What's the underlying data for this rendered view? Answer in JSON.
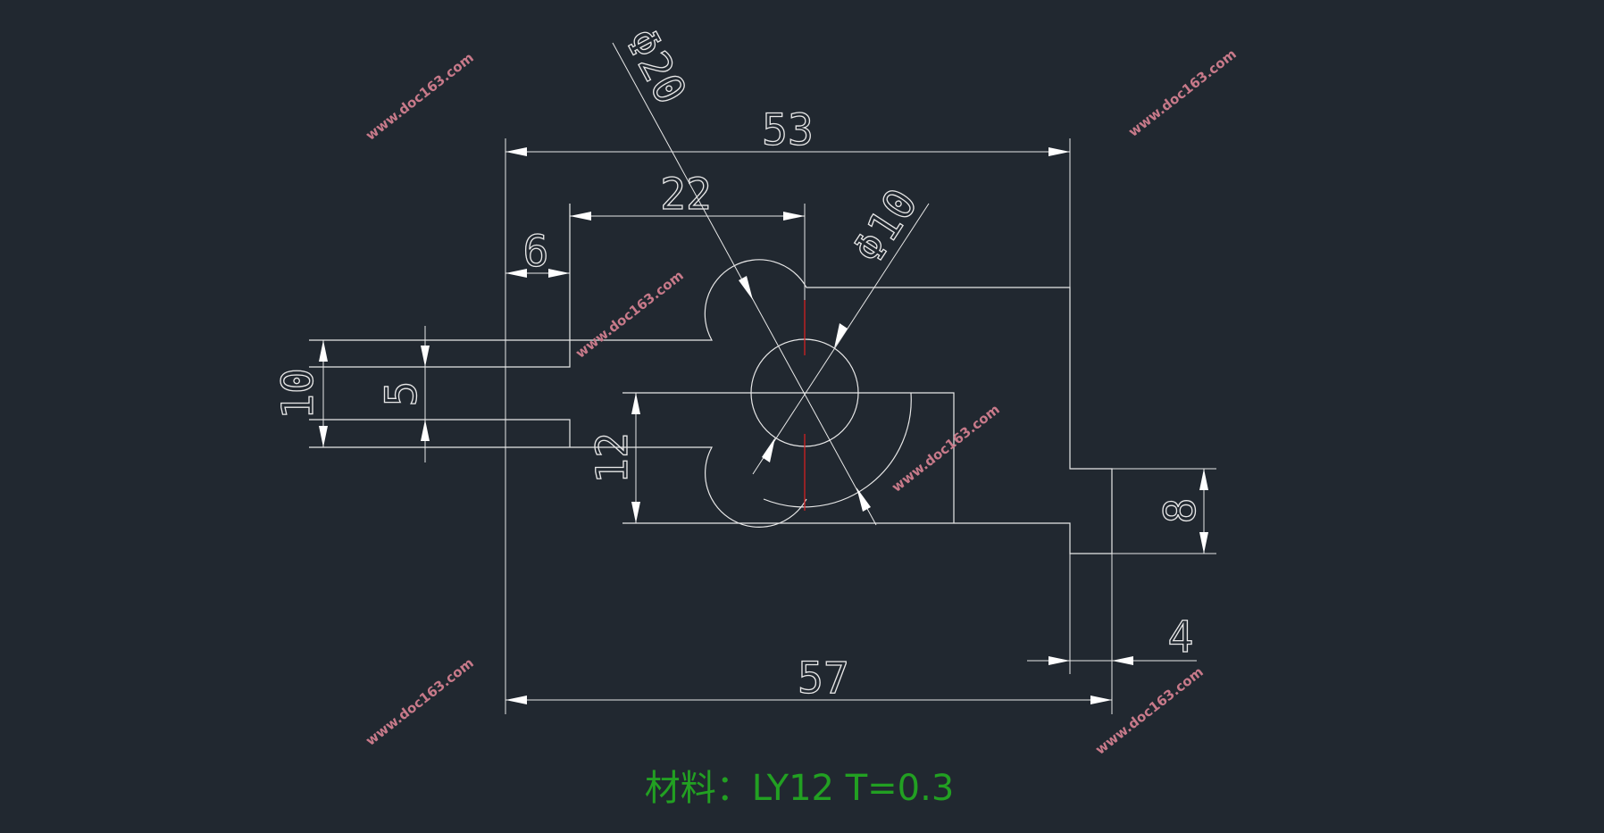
{
  "dimensions": {
    "overall_top": "53",
    "overall_bottom": "57",
    "inner_width": "22",
    "left_offset": "6",
    "small_height": "5",
    "left_height": "10",
    "slot_height": "12",
    "step_height": "8",
    "step_width": "4",
    "large_diameter": "Φ20",
    "small_diameter": "Φ10"
  },
  "material_label": "材料：LY12  T=0.3",
  "watermark": "www.doc163.com",
  "colors": {
    "background": "#212830",
    "geometry": "#e8e8e8",
    "centerline": "#e02020",
    "material_text": "#22a022",
    "watermark": "#c87a8a"
  }
}
